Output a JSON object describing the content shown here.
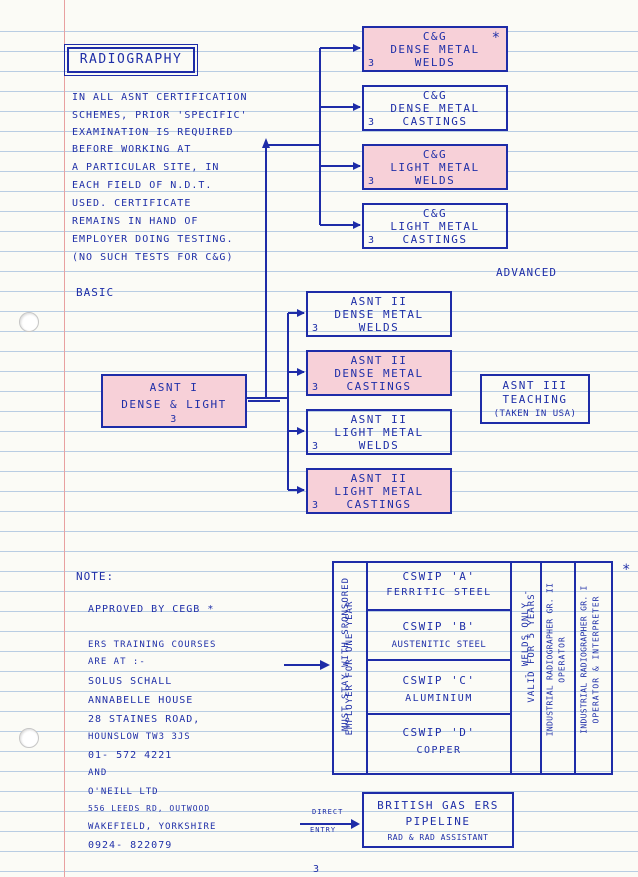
{
  "title": "RADIOGRAPHY",
  "intro_lines": [
    "IN ALL ASNT CERTIFICATION",
    "SCHEMES, PRIOR 'SPECIFIC'",
    "EXAMINATION IS REQUIRED",
    "BEFORE WORKING AT",
    "A PARTICULAR SITE, IN",
    "EACH FIELD OF N.D.T.",
    "USED. CERTIFICATE",
    "REMAINS IN HAND OF",
    "EMPLOYER DOING TESTING.",
    "(NO SUCH TESTS FOR C&G)"
  ],
  "basic_label": "BASIC",
  "advanced_label": "ADVANCED",
  "asnt1": {
    "line1": "ASNT I",
    "line2": "DENSE & LIGHT",
    "num": "3"
  },
  "cg": [
    {
      "line1": "C&G",
      "line2": "DENSE METAL",
      "line3": "WELDS",
      "num": "3",
      "star": "*"
    },
    {
      "line1": "C&G",
      "line2": "DENSE METAL",
      "line3": "CASTINGS",
      "num": "3"
    },
    {
      "line1": "C&G",
      "line2": "LIGHT METAL",
      "line3": "WELDS",
      "num": "3"
    },
    {
      "line1": "C&G",
      "line2": "LIGHT METAL",
      "line3": "CASTINGS",
      "num": "3"
    }
  ],
  "asnt2": [
    {
      "line1": "ASNT II",
      "line2": "DENSE METAL",
      "line3": "WELDS",
      "num": "3"
    },
    {
      "line1": "ASNT II",
      "line2": "DENSE METAL",
      "line3": "CASTINGS",
      "num": "3"
    },
    {
      "line1": "ASNT II",
      "line2": "LIGHT METAL",
      "line3": "WELDS",
      "num": "3"
    },
    {
      "line1": "ASNT II",
      "line2": "LIGHT METAL",
      "line3": "CASTINGS",
      "num": "3"
    }
  ],
  "asnt3": {
    "line1": "ASNT III",
    "line2": "TEACHING",
    "line3": "(TAKEN IN USA)"
  },
  "note_label": "NOTE:",
  "approved": "APPROVED BY CEGB *",
  "ers_lines": [
    "ERS TRAINING COURSES",
    "ARE AT :-",
    "SOLUS SCHALL",
    "ANNABELLE HOUSE",
    "28 STAINES ROAD,",
    "HOUNSLOW TW3 3JS",
    "01- 572 4221",
    "AND",
    "O'NEILL LTD",
    "556 LEEDS RD, OUTWOOD",
    "WAKEFIELD, YORKSHIRE",
    "0924- 822079"
  ],
  "sponsor_col": {
    "line1": "MUST STAY WITH SPONSORED",
    "line2": "EMPLOYER FOR ONE YEAR"
  },
  "cswip": [
    {
      "line1": "CSWIP 'A'",
      "line2": "FERRITIC STEEL"
    },
    {
      "line1": "CSWIP 'B'",
      "line2": "AUSTENITIC STEEL"
    },
    {
      "line1": "CSWIP 'C'",
      "line2": "ALUMINIUM"
    },
    {
      "line1": "CSWIP 'D'",
      "line2": "COPPER"
    }
  ],
  "welds_col": {
    "line1": "- WELDS ONLY -",
    "line2": "VALID FOR 5 YEARS"
  },
  "gr2_col": {
    "line1": "INDUSTRIAL RADIOGRAPHER GR. II",
    "line2": "OPERATOR"
  },
  "gr1_col": {
    "line1": "INDUSTRIAL RADIOGRAPHER GR. I",
    "line2": "OPERATOR & INTERPRETER",
    "star": "*"
  },
  "british_gas": {
    "line1": "BRITISH GAS ERS",
    "line2": "PIPELINE",
    "line3": "RAD & RAD ASSISTANT"
  },
  "direct_entry": {
    "line1": "DIRECT",
    "line2": "ENTRY"
  },
  "page_number": "3"
}
